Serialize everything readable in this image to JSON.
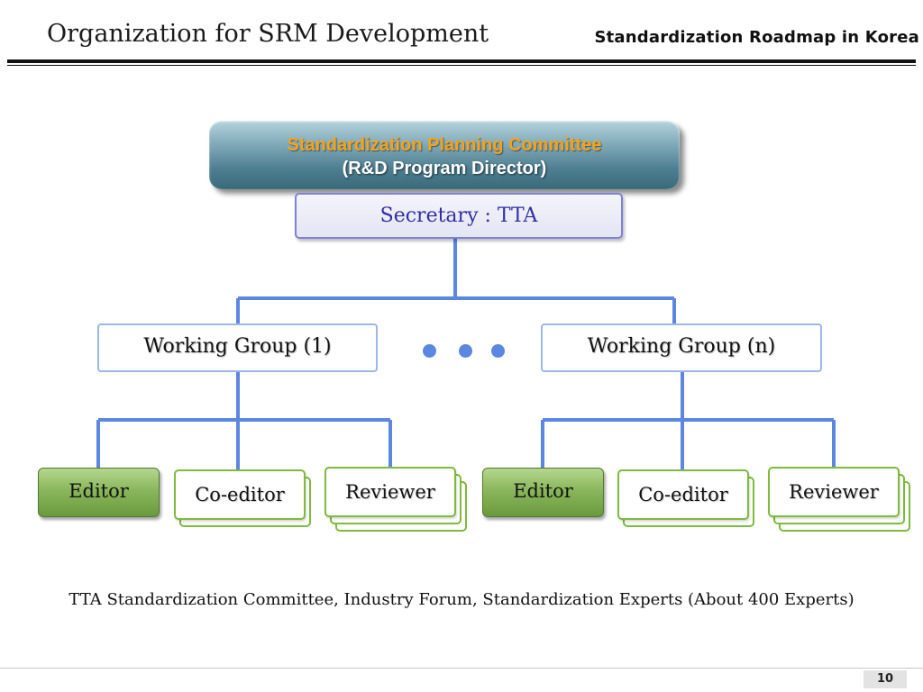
{
  "header": {
    "title": "Organization for SRM Development",
    "subtitle": "Standardization Roadmap in Korea"
  },
  "committee": {
    "line1": "Standardization Planning Committee",
    "line2": "(R&D Program Director)"
  },
  "secretary": "Secretary : TTA",
  "working_groups": {
    "left": "Working Group (1)",
    "right": "Working Group (n)"
  },
  "roles": {
    "left": {
      "editor": "Editor",
      "coeditor": "Co-editor",
      "reviewer": "Reviewer"
    },
    "right": {
      "editor": "Editor",
      "coeditor": "Co-editor",
      "reviewer": "Reviewer"
    }
  },
  "footnote": "TTA Standardization Committee, Industry Forum, Standardization Experts (About 400 Experts)",
  "page_number": "10",
  "colors": {
    "connector": "#5b87e0",
    "committee_title": "#f5a21c",
    "secretary_text": "#3030a8",
    "editor_fill": "#8ab75c",
    "card_border": "#7dbb3c"
  }
}
